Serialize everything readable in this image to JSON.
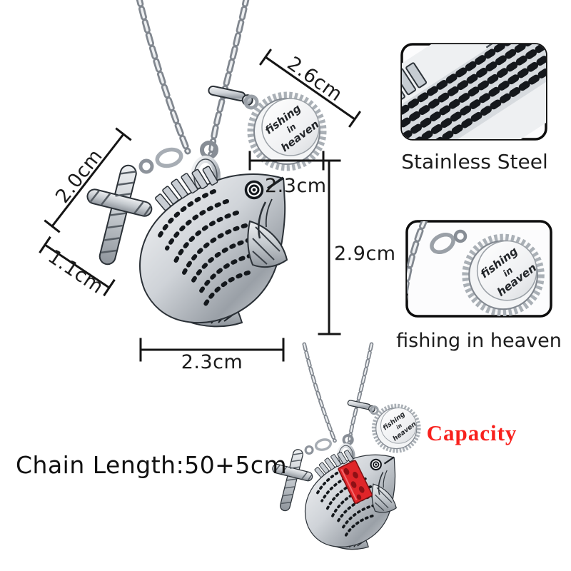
{
  "engraving": {
    "line1": "fishing",
    "line2": "in",
    "line3": "heaven"
  },
  "measurements": {
    "charm_diagonal": "2.6cm",
    "charm_diameter": "2.3cm",
    "pendant_height": "2.9cm",
    "pendant_width": "2.3cm",
    "cross_height": "2.0cm",
    "cross_width": "1.1cm"
  },
  "captions": {
    "material": "Stainless Steel",
    "engraving_caption": "fishing in heaven",
    "capacity": "Capacity"
  },
  "chain": {
    "length_label": "Chain Length:50+5cm"
  },
  "colors": {
    "capacity_red": "#f8211d",
    "band_red": "#e02529",
    "dimension_line": "#151515",
    "metal_silver": "#c9cdd2"
  }
}
